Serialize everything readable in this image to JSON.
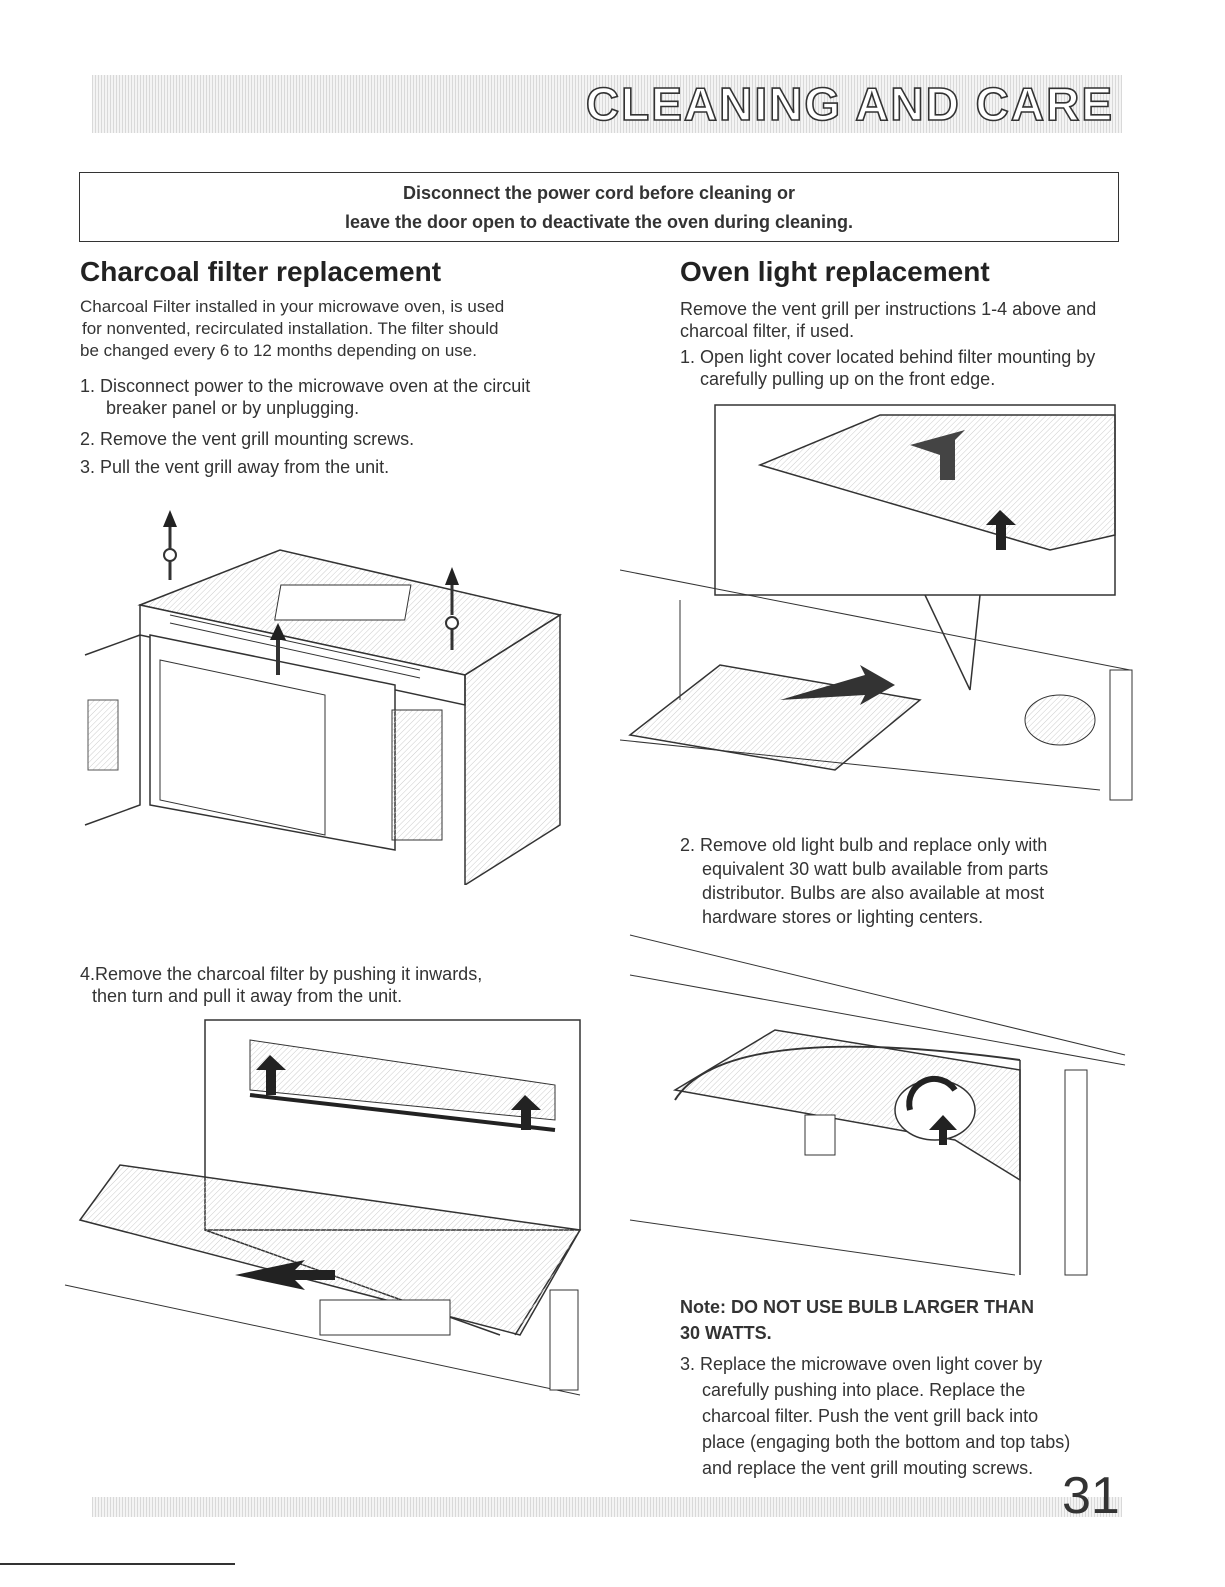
{
  "header": {
    "title": "CLEANING AND CARE"
  },
  "warning": {
    "line1": "Disconnect the power cord before cleaning or",
    "line2": "leave the door open to deactivate the oven during cleaning."
  },
  "left": {
    "heading": "Charcoal filter replacement",
    "intro": [
      "Charcoal Filter installed in your microwave oven, is used",
      "for nonvented, recirculated installation. The filter should",
      "be changed every 6 to 12 months depending on use."
    ],
    "step1": [
      "1. Disconnect power to the microwave oven at the circuit",
      "breaker panel or by unplugging."
    ],
    "step2": "2. Remove the vent grill mounting screws.",
    "step3": "3. Pull the vent grill away from the unit.",
    "step4": [
      "4.Remove the charcoal filter by pushing it inwards,",
      "then turn and pull it away from the unit."
    ]
  },
  "right": {
    "heading": "Oven light replacement",
    "intro": [
      "Remove the vent grill  per instructions 1-4 above and",
      "charcoal filter, if used."
    ],
    "step1": [
      "1. Open light cover located behind filter mounting by",
      "carefully pulling up on the front edge."
    ],
    "step2": [
      "2. Remove old light bulb and replace only with",
      "equivalent 30 watt bulb available from parts",
      "distributor. Bulbs are also available at most",
      "hardware stores or lighting centers."
    ],
    "note": [
      "Note: DO NOT USE BULB LARGER THAN",
      "30 WATTS."
    ],
    "step3": [
      "3. Replace the microwave oven light cover by",
      "carefully pushing into place. Replace the",
      "charcoal filter. Push the vent grill back into",
      "place (engaging both the bottom and top tabs)",
      "and replace the vent grill mouting screws."
    ]
  },
  "page_number": "31"
}
